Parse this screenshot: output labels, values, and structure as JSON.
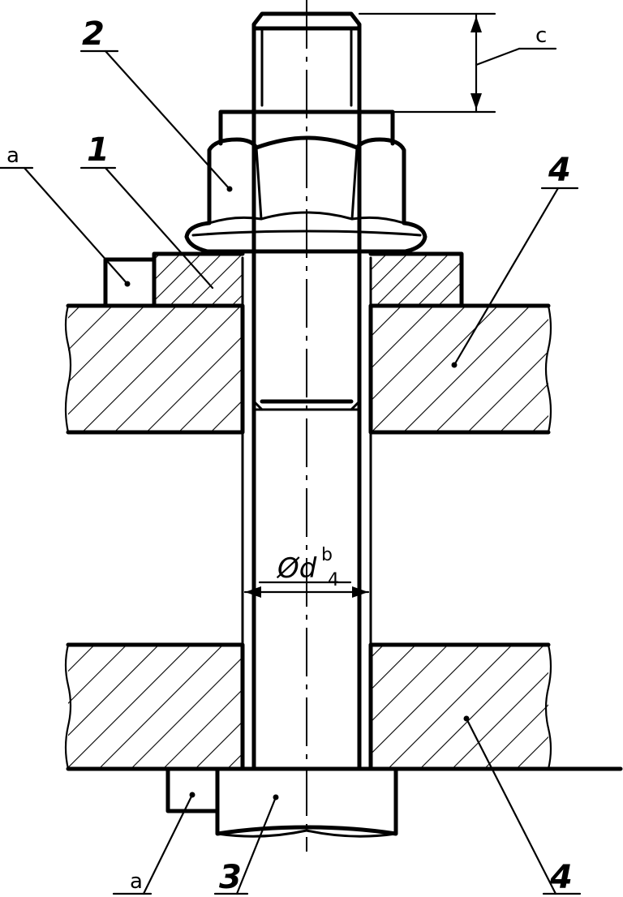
{
  "labels": {
    "part_1": "1",
    "part_2": "2",
    "part_3": "3",
    "part_4_upper": "4",
    "part_4_lower": "4",
    "note_a_upper": "a",
    "note_a_lower": "a",
    "note_c": "c"
  },
  "dimension": {
    "symbol": "Ød",
    "subscript": "4",
    "superscript": "b"
  },
  "colors": {
    "line": "#000000",
    "background": "#ffffff"
  }
}
